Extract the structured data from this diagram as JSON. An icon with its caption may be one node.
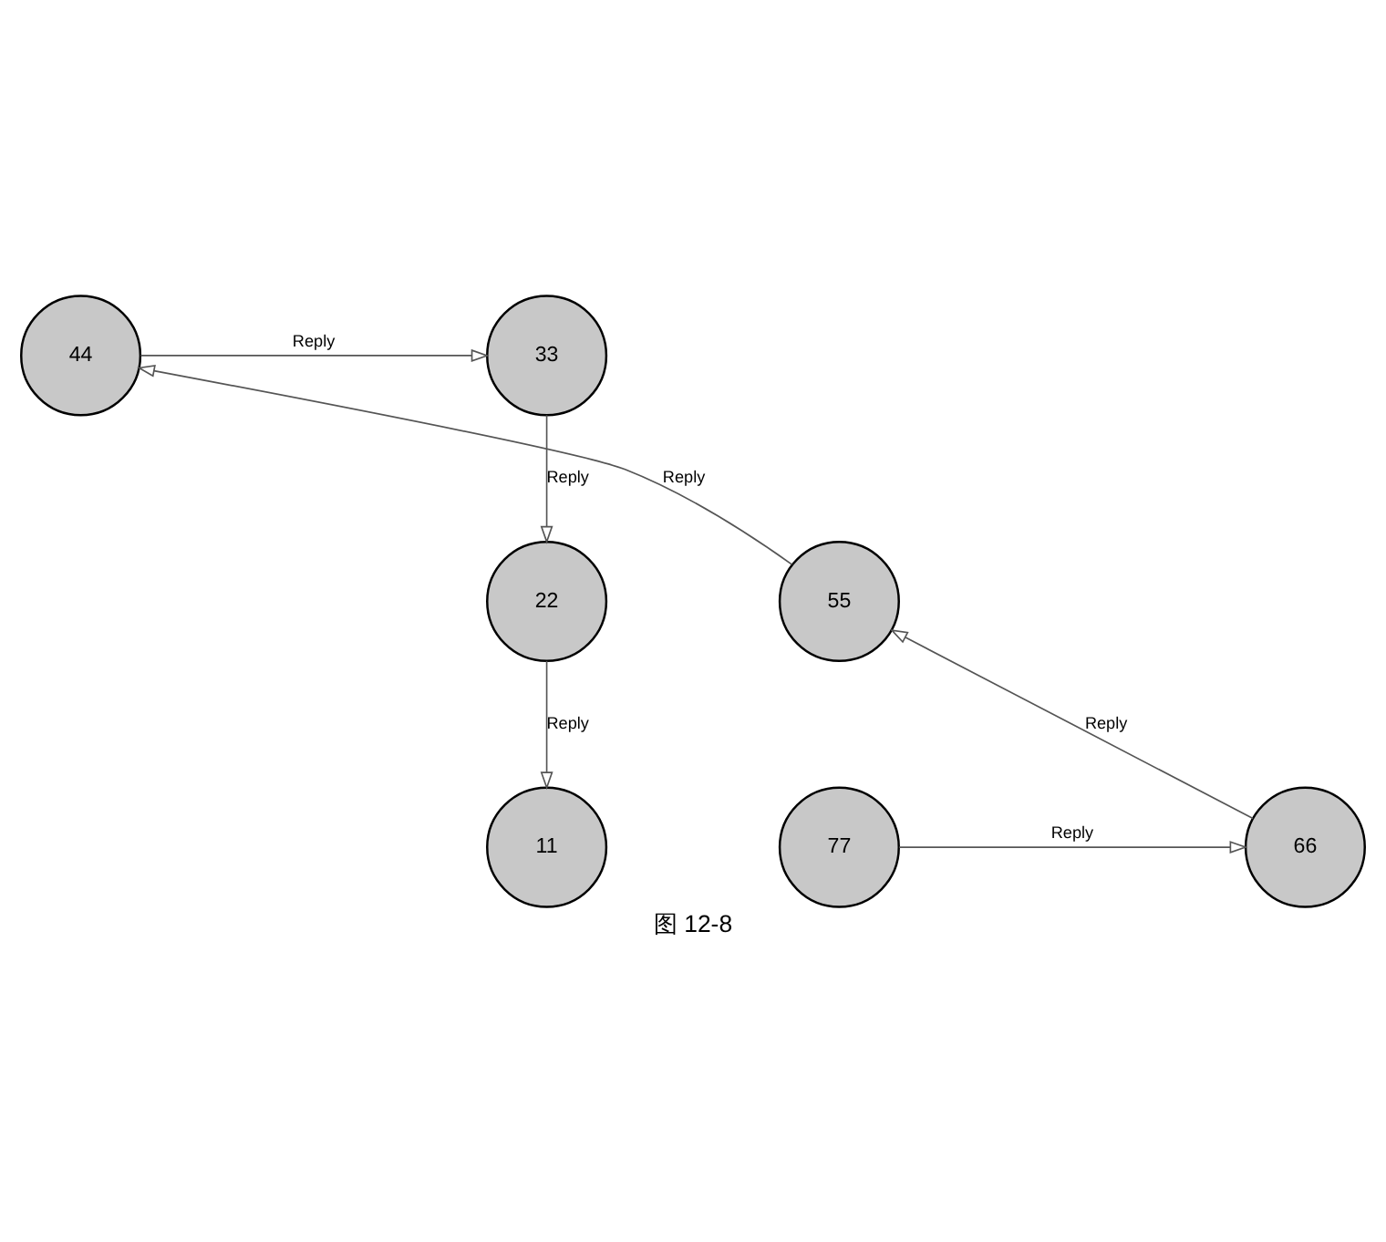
{
  "diagram": {
    "caption": "图 12-8",
    "nodes": [
      {
        "text": [
          "33"
        ]
      },
      {
        "text": [
          "44"
        ]
      },
      {
        "text": [
          "22"
        ]
      },
      {
        "text": [
          "55"
        ]
      },
      {
        "text": [
          "11"
        ]
      },
      {
        "text": [
          "77"
        ]
      },
      {
        "text": [
          "66"
        ]
      }
    ],
    "edges": [
      {
        "from": 5,
        "to": 6,
        "arrow": "to",
        "label": "Reply"
      },
      {
        "from": 6,
        "to": 3,
        "arrow": "to",
        "label": "Reply"
      },
      {
        "from": 3,
        "to": 1,
        "arrow": "to",
        "label": "Reply"
      },
      {
        "from": 1,
        "to": 0,
        "arrow": "to",
        "label": "Reply"
      },
      {
        "from": 0,
        "to": 2,
        "arrow": "to",
        "label": "Reply"
      },
      {
        "from": 2,
        "to": 4,
        "arrow": "to",
        "label": "Reply"
      }
    ]
  }
}
